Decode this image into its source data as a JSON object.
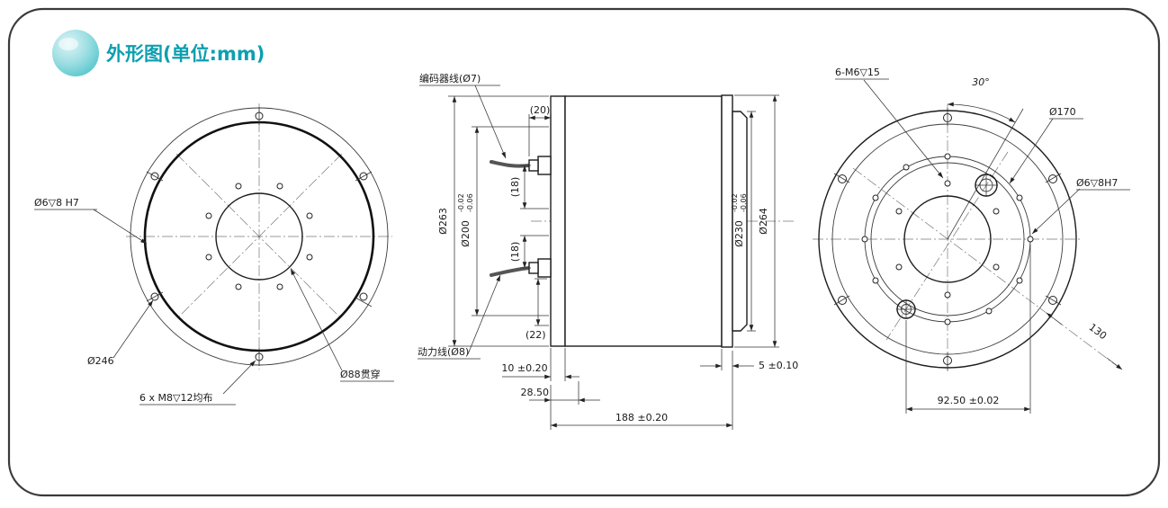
{
  "theme": {
    "accent": "#0d9fb0",
    "line_color": "#1c1c1c"
  },
  "title": "外形图(单位:mm)",
  "front_view": {
    "hole_spec": "Ø6▽8 H7",
    "bolt_circle_dia": "Ø246",
    "mount_holes": "6 x M8▽12均布",
    "center_hole": "Ø88贯穿"
  },
  "side_view": {
    "encoder_cable": "编码器线(Ø7)",
    "power_cable": "动力线(Ø8)",
    "dim_20": "(20)",
    "dim_18_top": "(18)",
    "dim_18_bottom": "(18)",
    "dim_22": "(22)",
    "dia_263": "Ø263",
    "dia_200": "Ø200",
    "dia_200_tol_top": "-0.02",
    "dia_200_tol_bottom": "-0.06",
    "dia_230": "Ø230",
    "dia_230_tol_top": "-0.02",
    "dia_230_tol_bottom": "-0.06",
    "dia_264": "Ø264",
    "dim_10": "10 ±0.20",
    "dim_28_5": "28.50",
    "dim_188": "188 ±0.20",
    "dim_5": "5 ±0.10"
  },
  "rear_view": {
    "tap_spec": "6-M6▽15",
    "angle_30": "30°",
    "dia_170": "Ø170",
    "hole_spec": "Ø6▽8H7",
    "dim_130": "130",
    "dim_92_5": "92.50 ±0.02"
  }
}
